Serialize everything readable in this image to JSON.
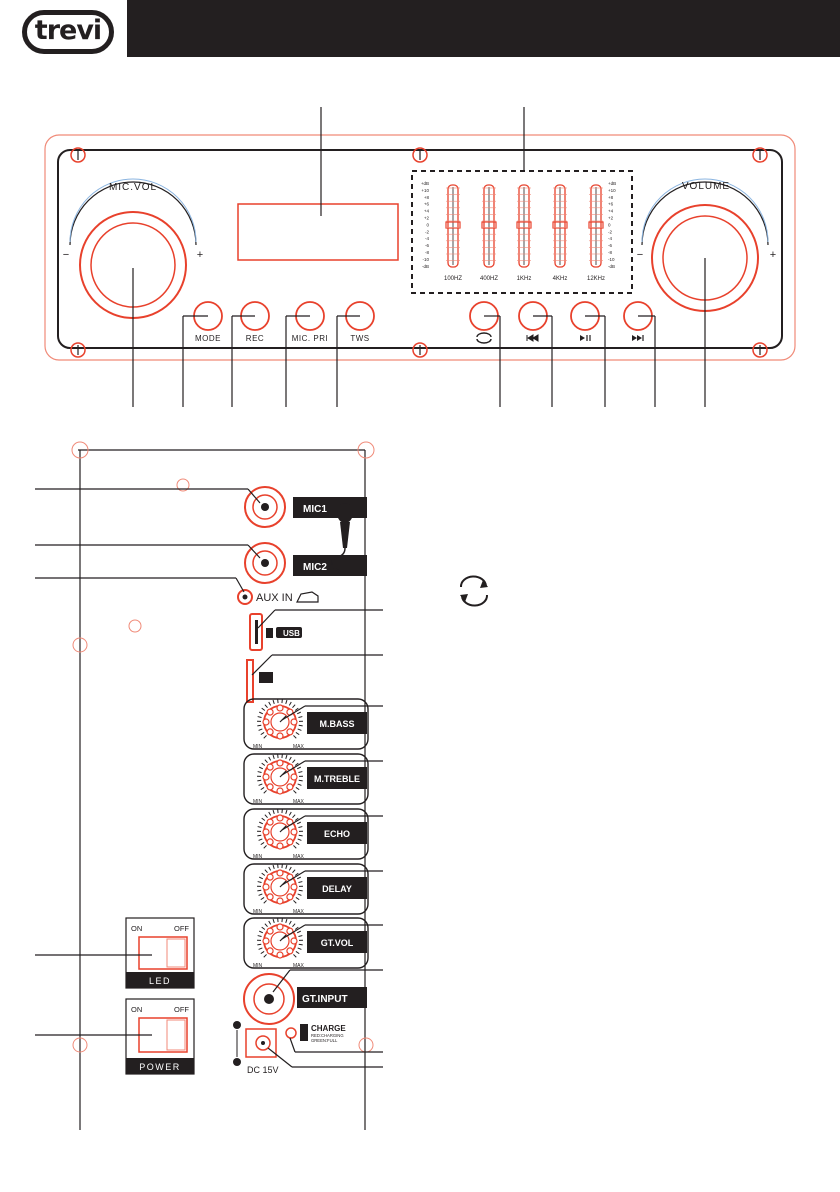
{
  "brand": {
    "logo": "trevi"
  },
  "colors": {
    "accent": "#e8412c",
    "accent_soft": "#f08a78",
    "ink": "#231f20",
    "header": "#231f20"
  },
  "front_panel": {
    "mic_vol_label": "MIC.VOL",
    "volume_label": "VOLUME",
    "minus": "−",
    "plus": "+",
    "buttons": [
      {
        "label": "MODE"
      },
      {
        "label": "REC"
      },
      {
        "label": "MIC. PRI"
      },
      {
        "label": "TWS"
      },
      {
        "label": "",
        "icon": "repeat-icon"
      },
      {
        "label": "",
        "icon": "previous-icon"
      },
      {
        "label": "",
        "icon": "play-pause-icon"
      },
      {
        "label": "",
        "icon": "next-icon"
      }
    ],
    "equalizer": {
      "bands": [
        "100HZ",
        "400HZ",
        "1KHz",
        "4KHz",
        "12KHz"
      ],
      "scale": [
        "+dB",
        "+10",
        "+8",
        "+6",
        "+4",
        "+2",
        "0",
        "-2",
        "-4",
        "-6",
        "-8",
        "-10",
        "-dB"
      ]
    }
  },
  "rear_panel": {
    "mic1": "MIC1",
    "mic2": "MIC2",
    "aux_in": "AUX IN",
    "usb": "USB",
    "knobs": [
      {
        "label": "M.BASS",
        "min": "MIN",
        "max": "MAX"
      },
      {
        "label": "M.TREBLE",
        "min": "MIN",
        "max": "MAX"
      },
      {
        "label": "ECHO",
        "min": "MIN",
        "max": "MAX"
      },
      {
        "label": "DELAY",
        "min": "MIN",
        "max": "MAX"
      },
      {
        "label": "GT.VOL",
        "min": "MIN",
        "max": "MAX"
      }
    ],
    "gt_input": "GT.INPUT",
    "led_switch": {
      "on": "ON",
      "off": "OFF",
      "label": "LED"
    },
    "power_switch": {
      "on": "ON",
      "off": "OFF",
      "label": "POWER"
    },
    "charge": {
      "title": "CHARGE",
      "line1": "RED:CHARGING",
      "line2": "GREEN:FULL"
    },
    "dc": "DC 15V"
  },
  "legend": {
    "repeat_icon": "repeat-icon"
  }
}
